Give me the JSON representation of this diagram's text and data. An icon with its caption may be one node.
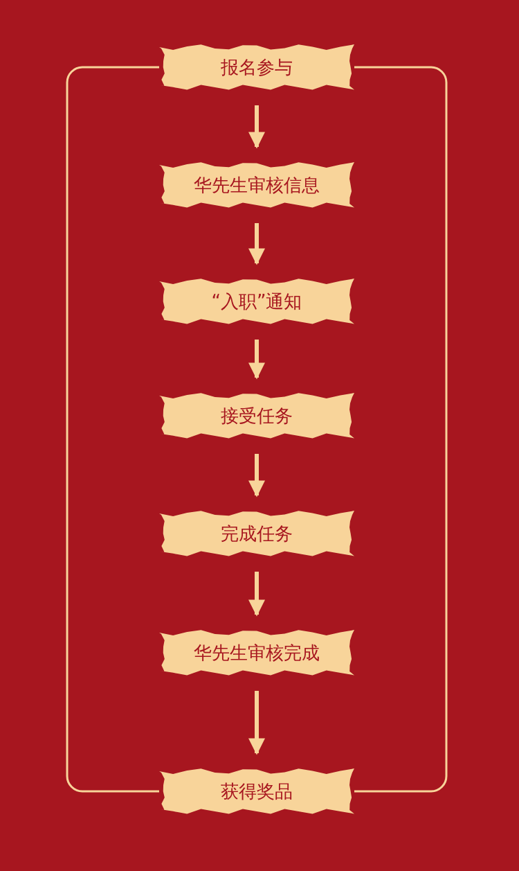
{
  "diagram": {
    "nodes": [
      {
        "text": [
          "报名参与"
        ]
      },
      {
        "text": [
          "华先生审核信息"
        ]
      },
      {
        "text": [
          "“入职”通知"
        ]
      },
      {
        "text": [
          "接受任务"
        ]
      },
      {
        "text": [
          "完成任务"
        ]
      },
      {
        "text": [
          "华先生审核完成"
        ]
      },
      {
        "text": [
          "获得奖品"
        ]
      }
    ],
    "edges": [
      {
        "from": 0,
        "to": 1,
        "arrow": "to"
      },
      {
        "from": 1,
        "to": 2,
        "arrow": "to"
      },
      {
        "from": 2,
        "to": 3,
        "arrow": "to"
      },
      {
        "from": 3,
        "to": 4,
        "arrow": "to"
      },
      {
        "from": 4,
        "to": 5,
        "arrow": "to"
      },
      {
        "from": 5,
        "to": 6,
        "arrow": "to"
      },
      {
        "from": 0,
        "to": 6,
        "arrow": "none"
      },
      {
        "from": 0,
        "to": 6,
        "arrow": "none"
      }
    ]
  }
}
